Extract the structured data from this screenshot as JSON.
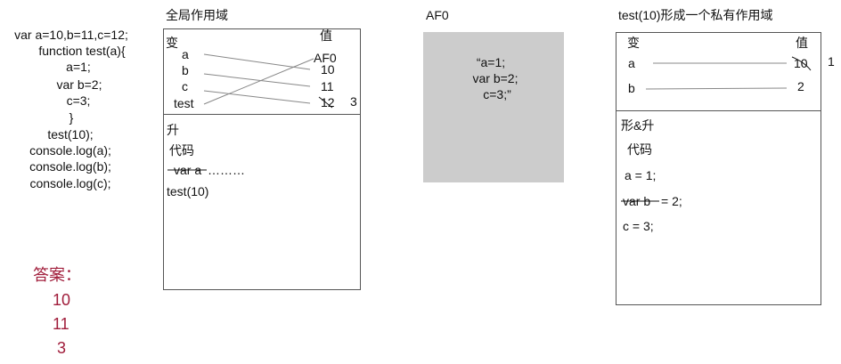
{
  "code": {
    "lines": [
      "var a=10,b=11,c=12;",
      "function test(a){",
      "a=1;",
      "var b=2;",
      "c=3;",
      "}",
      "test(10);",
      "console.log(a);",
      "console.log(b);",
      "console.log(c);"
    ]
  },
  "answer": {
    "label": "答案：",
    "values": [
      "10",
      "11",
      "3"
    ]
  },
  "global_scope": {
    "title": "全局作用域",
    "var_header": "变",
    "val_header": "值",
    "vars": [
      "a",
      "b",
      "c",
      "test"
    ],
    "vals": [
      "AF0",
      "10",
      "11",
      "12"
    ],
    "side_value": "3",
    "hoist_label": "升",
    "code_label": "代码",
    "code_lines": [
      "var a",
      " ………",
      "test(10)"
    ]
  },
  "af0": {
    "title": "AF0",
    "content": [
      "“a=1;",
      "var b=2;",
      "c=3;”"
    ]
  },
  "private_scope": {
    "title": "test(10)形成一个私有作用域",
    "var_header": "变",
    "val_header": "值",
    "vars": [
      "a",
      "b"
    ],
    "vals": [
      "10",
      "2"
    ],
    "side_value": "1",
    "hoist_label": "形&升",
    "code_label": "代码",
    "code_lines": [
      "a = 1;",
      "var b",
      " = 2;",
      "c = 3;"
    ]
  }
}
